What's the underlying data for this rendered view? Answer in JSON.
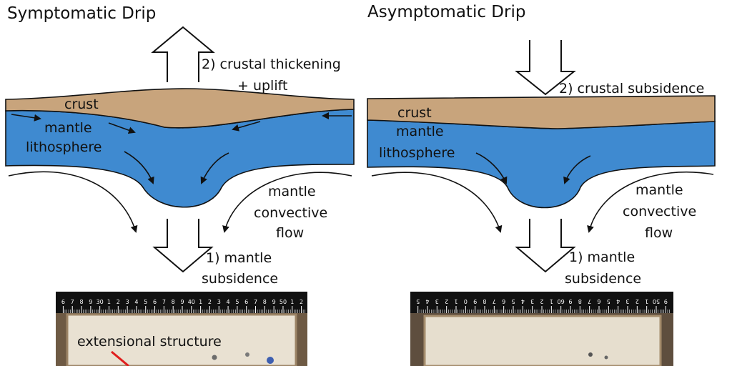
{
  "colors": {
    "crust": "#C8A47C",
    "mantle_lithosphere": "#3F8AD0",
    "outline": "#111111",
    "ruler": "#111111",
    "sandbox_rim": "#6E5A44",
    "sandbox_floor": "#E9E1D2",
    "annotation_red": "#E01E1E"
  },
  "left_panel": {
    "title": "Symptomatic Drip",
    "up_arrow_label_line1": "2) crustal thickening",
    "up_arrow_label_line2": "+ uplift",
    "crust_label": "crust",
    "mantle_label_line1": "mantle",
    "mantle_label_line2": "lithosphere",
    "convective_label_line1": "mantle",
    "convective_label_line2": "convective",
    "convective_label_line3": "flow",
    "down_arrow_label_line1": "1) mantle",
    "down_arrow_label_line2": "subsidence",
    "photo": {
      "ruler_numbers": [
        "6",
        "7",
        "8",
        "9",
        "30",
        "1",
        "2",
        "3",
        "4",
        "5",
        "6",
        "7",
        "8",
        "9",
        "40",
        "1",
        "2",
        "3",
        "4",
        "5",
        "6",
        "7",
        "8",
        "9",
        "50",
        "1",
        "2"
      ],
      "annotation": "extensional structure"
    }
  },
  "right_panel": {
    "title": "Asymptomatic Drip",
    "down_arrow_top_label": "2) crustal subsidence",
    "crust_label": "crust",
    "mantle_label_line1": "mantle",
    "mantle_label_line2": "lithosphere",
    "convective_label_line1": "mantle",
    "convective_label_line2": "convective",
    "convective_label_line3": "flow",
    "down_arrow_label_line1": "1) mantle",
    "down_arrow_label_line2": "subsidence",
    "photo": {
      "ruler_numbers": [
        "5",
        "4",
        "3",
        "2",
        "1",
        "0",
        "9",
        "8",
        "7",
        "6",
        "5",
        "4",
        "3",
        "2",
        "1",
        "60",
        "9",
        "8",
        "7",
        "6",
        "5",
        "4",
        "3",
        "2",
        "1",
        "50",
        "9"
      ]
    }
  }
}
